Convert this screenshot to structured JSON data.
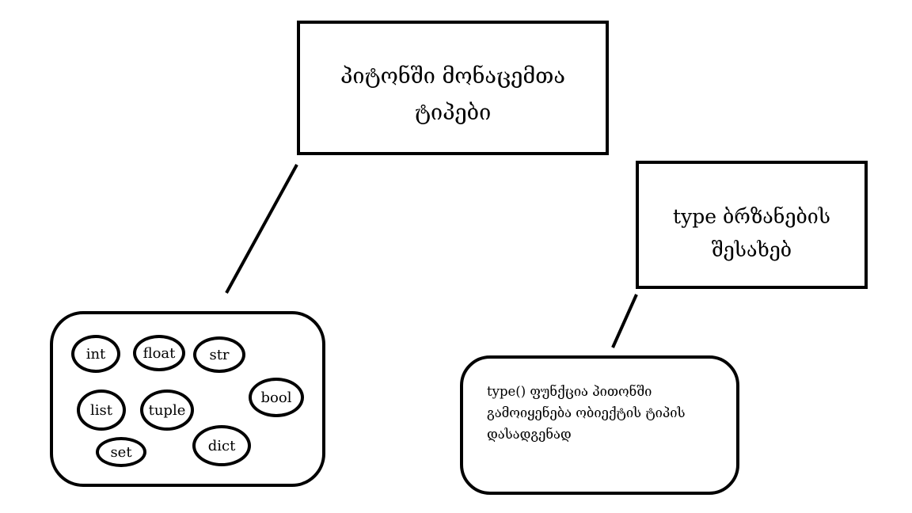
{
  "title_box": {
    "line1": "პიტონში მონაცემთა",
    "line2": "ტიპები"
  },
  "type_box": {
    "line1": "type ბრზანების",
    "line2": "შესახებ"
  },
  "data_types": [
    "int",
    "float",
    "str",
    "list",
    "tuple",
    "bool",
    "set",
    "dict"
  ],
  "description": {
    "line1": "type() ფუნქცია პითონში",
    "line2": "გამოიყენება ობიექტის ტიპის",
    "line3": "დასადგენად"
  }
}
